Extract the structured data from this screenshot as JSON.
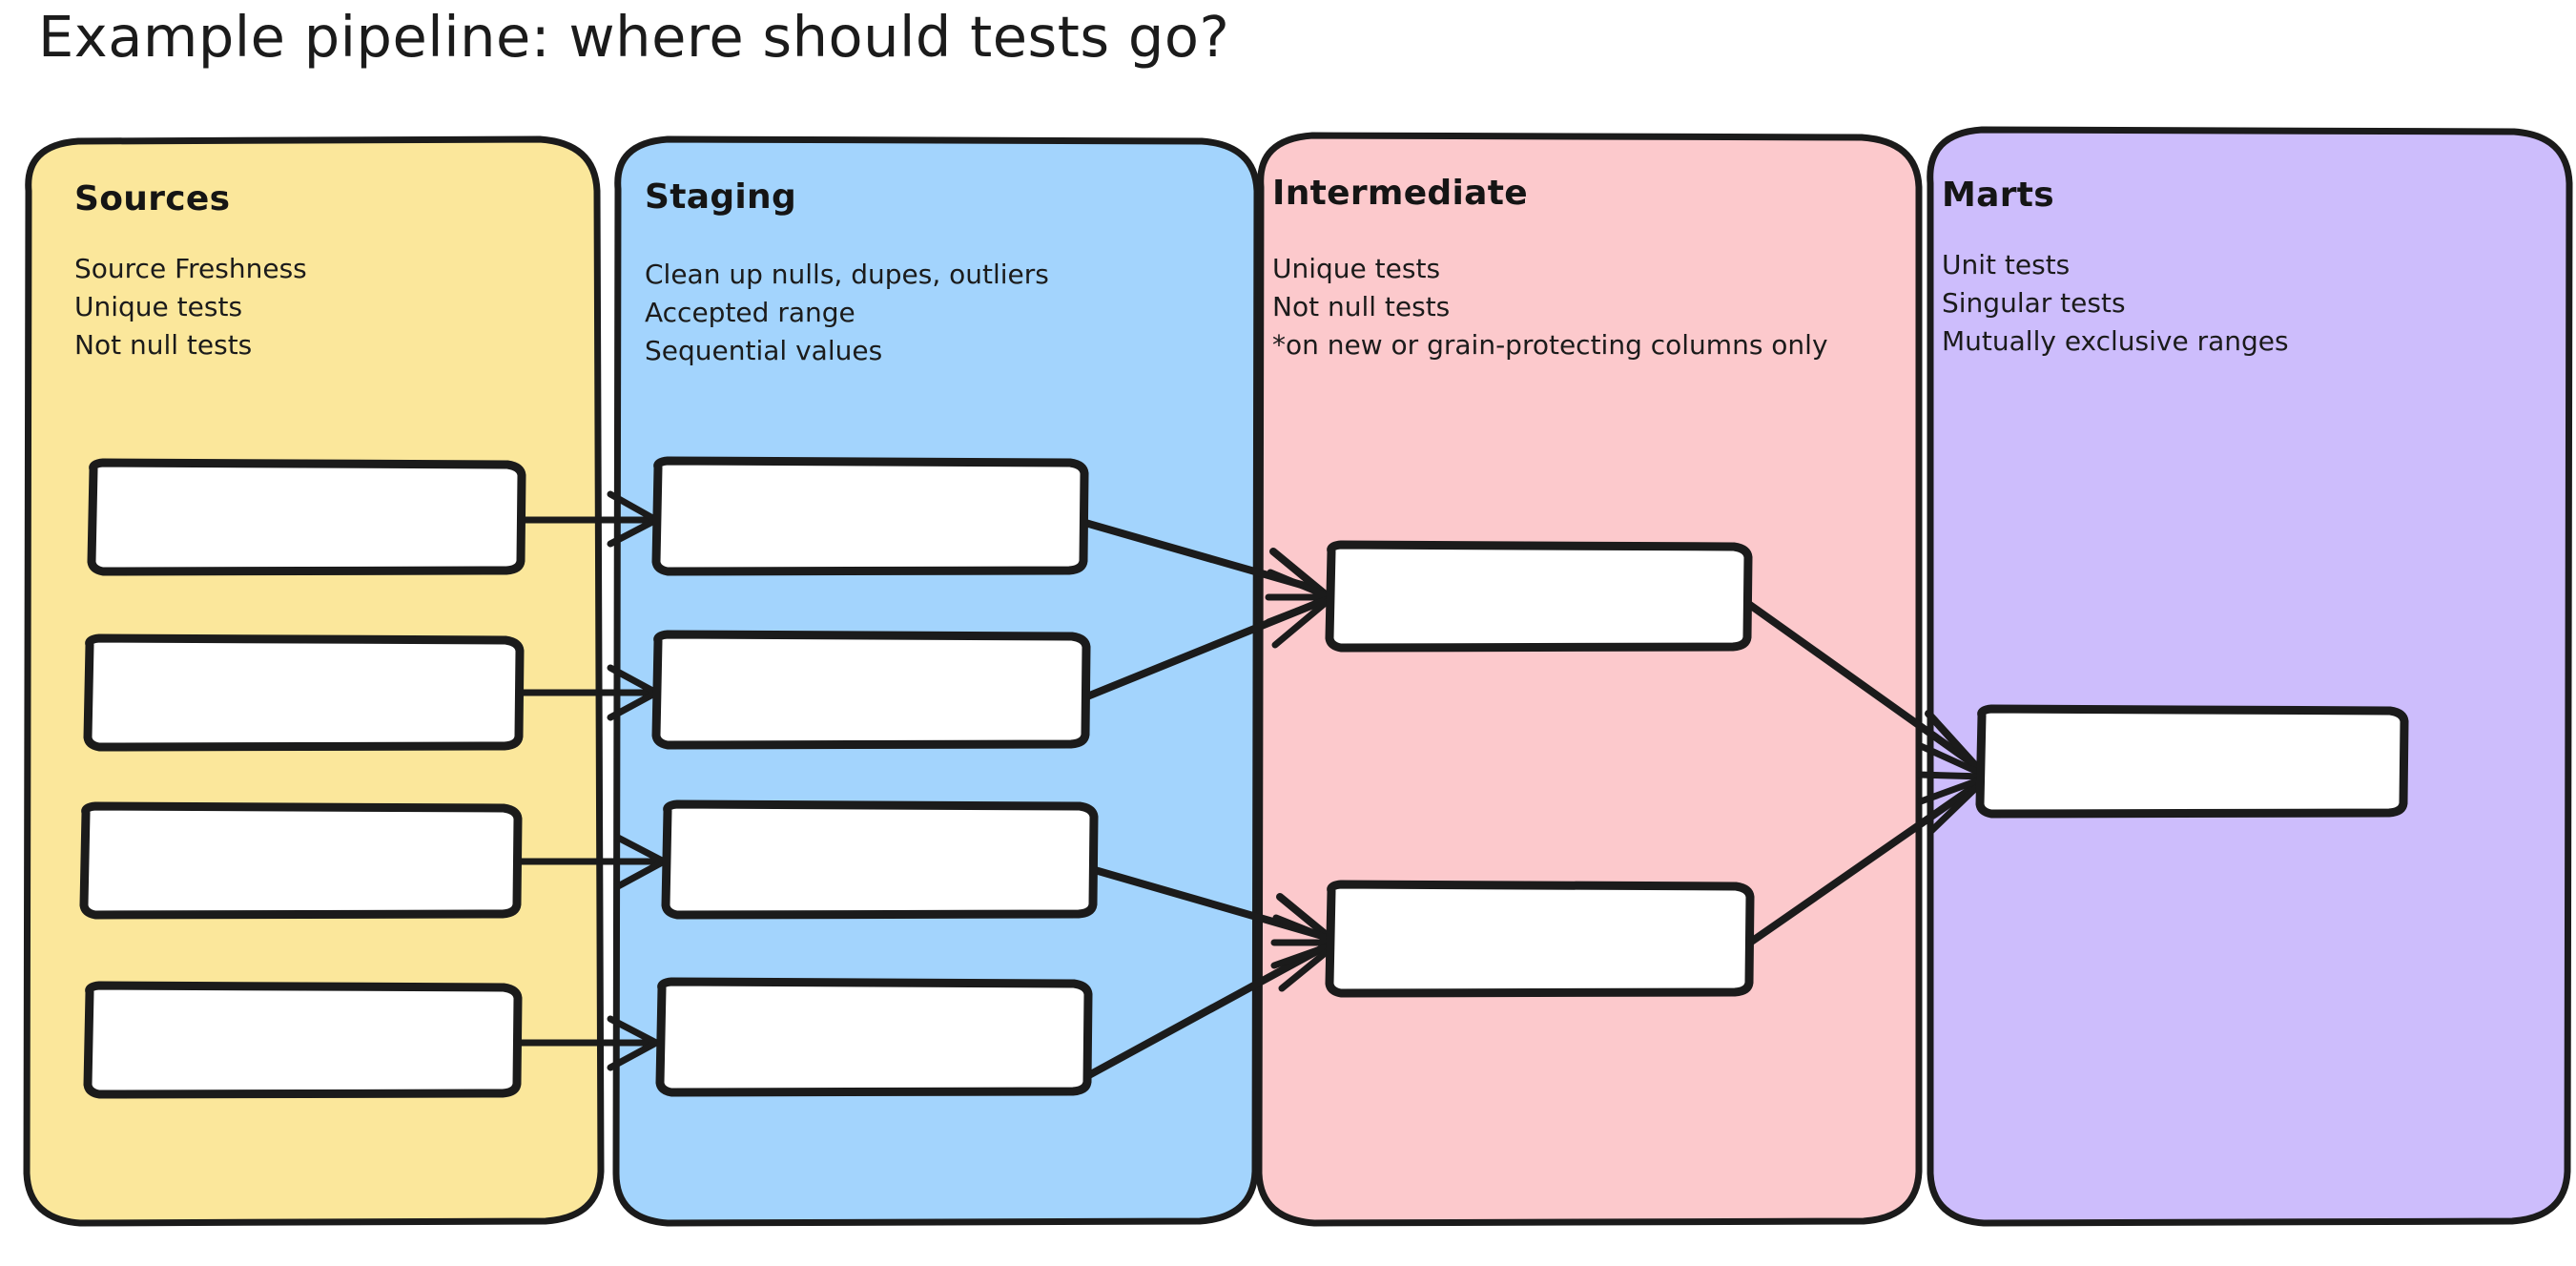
{
  "title": "Example pipeline: where should tests go?",
  "lanes": [
    {
      "id": "sources",
      "label": "Sources",
      "color": "#fbe79b",
      "notes": [
        "Source Freshness",
        "Unique tests",
        "Not null tests"
      ],
      "nodes": [
        {
          "id": "src-1",
          "label": ""
        },
        {
          "id": "src-2",
          "label": ""
        },
        {
          "id": "src-3",
          "label": ""
        },
        {
          "id": "src-4",
          "label": ""
        }
      ]
    },
    {
      "id": "staging",
      "label": "Staging",
      "color": "#a3d4fd",
      "notes": [
        "Clean up nulls, dupes, outliers",
        "Accepted range",
        "Sequential values"
      ],
      "nodes": [
        {
          "id": "stg-1",
          "label": ""
        },
        {
          "id": "stg-2",
          "label": ""
        },
        {
          "id": "stg-3",
          "label": ""
        },
        {
          "id": "stg-4",
          "label": ""
        }
      ]
    },
    {
      "id": "intermediate",
      "label": "Intermediate",
      "color": "#fcc9cc",
      "notes": [
        "Unique tests",
        "Not null tests",
        "*on new or grain-protecting columns only"
      ],
      "nodes": [
        {
          "id": "int-1",
          "label": ""
        },
        {
          "id": "int-2",
          "label": ""
        }
      ]
    },
    {
      "id": "marts",
      "label": "Marts",
      "color": "#cdbdfc",
      "notes": [
        "Unit tests",
        "Singular tests",
        "Mutually exclusive ranges"
      ],
      "nodes": [
        {
          "id": "mart-1",
          "label": ""
        }
      ]
    }
  ],
  "edges": [
    {
      "from": "src-1",
      "to": "stg-1"
    },
    {
      "from": "src-2",
      "to": "stg-2"
    },
    {
      "from": "src-3",
      "to": "stg-3"
    },
    {
      "from": "src-4",
      "to": "stg-4"
    },
    {
      "from": "stg-1",
      "to": "int-1"
    },
    {
      "from": "stg-2",
      "to": "int-1"
    },
    {
      "from": "stg-3",
      "to": "int-2"
    },
    {
      "from": "stg-4",
      "to": "int-2"
    },
    {
      "from": "int-1",
      "to": "mart-1"
    },
    {
      "from": "int-2",
      "to": "mart-1"
    }
  ],
  "colors": {
    "stroke": "#1b1b1b",
    "node_fill": "#ffffff",
    "background": "#ffffff"
  }
}
